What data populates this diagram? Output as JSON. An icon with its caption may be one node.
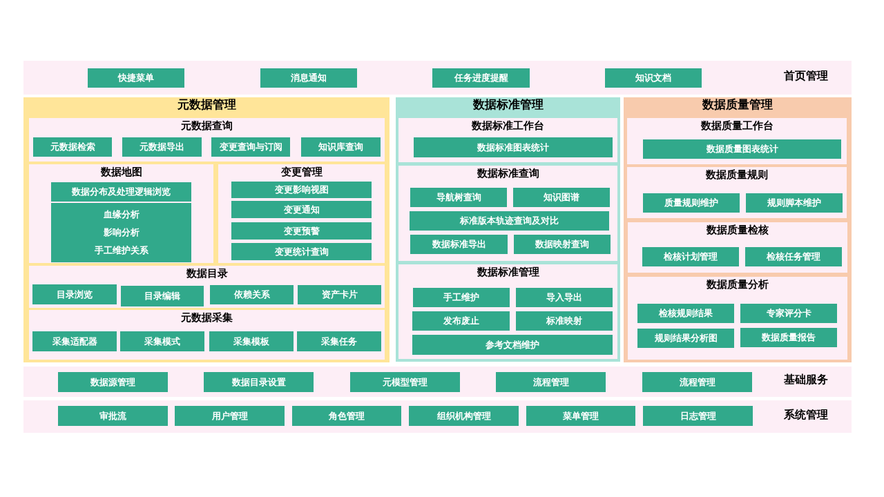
{
  "diagram": {
    "nodes": [
      {
        "text": [
          "首页管理"
        ]
      },
      {
        "text": [
          "快捷菜单"
        ],
        "in": 0
      },
      {
        "text": [
          "消息通知"
        ],
        "in": 0
      },
      {
        "text": [
          "任务进度提醒"
        ],
        "in": 0
      },
      {
        "text": [
          "知识文档"
        ],
        "in": 0
      },
      {
        "text": [
          "元数据管理"
        ]
      },
      {
        "text": [
          "元数据查询"
        ],
        "in": 5
      },
      {
        "text": [
          "元数据检索"
        ],
        "in": 6
      },
      {
        "text": [
          "元数据导出"
        ],
        "in": 6
      },
      {
        "text": [
          "变更查询与订阅"
        ],
        "in": 6
      },
      {
        "text": [
          "知识库查询"
        ],
        "in": 6
      },
      {
        "text": [
          "数据地图"
        ],
        "in": 5
      },
      {
        "text": [
          "数据分布及处理逻辑浏览"
        ],
        "in": 11
      },
      {
        "text": [
          "血缘分析",
          "影响分析",
          "手工维护关系"
        ],
        "in": 11
      },
      {
        "text": [
          "变更管理"
        ],
        "in": 5
      },
      {
        "text": [
          "变更影响视图"
        ],
        "in": 14
      },
      {
        "text": [
          "变更通知"
        ],
        "in": 14
      },
      {
        "text": [
          "变更预警"
        ],
        "in": 14
      },
      {
        "text": [
          "变更统计查询"
        ],
        "in": 14
      },
      {
        "text": [
          "数据目录"
        ],
        "in": 5
      },
      {
        "text": [
          "目录浏览"
        ],
        "in": 19
      },
      {
        "text": [
          "目录编辑"
        ],
        "in": 19
      },
      {
        "text": [
          "依赖关系"
        ],
        "in": 19
      },
      {
        "text": [
          "资产卡片"
        ],
        "in": 19
      },
      {
        "text": [
          "元数据采集"
        ],
        "in": 5
      },
      {
        "text": [
          "采集适配器"
        ],
        "in": 24
      },
      {
        "text": [
          "采集模式"
        ],
        "in": 24
      },
      {
        "text": [
          "采集模板"
        ],
        "in": 24
      },
      {
        "text": [
          "采集任务"
        ],
        "in": 24
      },
      {
        "text": [
          "数据标准管理"
        ]
      },
      {
        "text": [
          "数据标准工作台"
        ],
        "in": 29
      },
      {
        "text": [
          "数据标准图表统计"
        ],
        "in": 30
      },
      {
        "text": [
          "数据标准查询"
        ],
        "in": 29
      },
      {
        "text": [
          "导航树查询"
        ],
        "in": 32
      },
      {
        "text": [
          "知识图谱"
        ],
        "in": 32
      },
      {
        "text": [
          "标准版本轨迹查询及对比"
        ],
        "in": 32
      },
      {
        "text": [
          "数据标准导出"
        ],
        "in": 32
      },
      {
        "text": [
          "数据映射查询"
        ],
        "in": 32
      },
      {
        "text": [
          "数据标准管理"
        ],
        "in": 29
      },
      {
        "text": [
          "手工维护"
        ],
        "in": 38
      },
      {
        "text": [
          "导入导出"
        ],
        "in": 38
      },
      {
        "text": [
          "发布废止"
        ],
        "in": 38
      },
      {
        "text": [
          "标准映射"
        ],
        "in": 38
      },
      {
        "text": [
          "参考文档维护"
        ],
        "in": 38
      },
      {
        "text": [
          "数据质量管理"
        ]
      },
      {
        "text": [
          "数据质量工作台"
        ],
        "in": 44
      },
      {
        "text": [
          "数据质量图表统计"
        ],
        "in": 45
      },
      {
        "text": [
          "数据质量规则"
        ],
        "in": 44
      },
      {
        "text": [
          "质量规则维护"
        ],
        "in": 47
      },
      {
        "text": [
          "规则脚本维护"
        ],
        "in": 47
      },
      {
        "text": [
          "数据质量检核"
        ],
        "in": 44
      },
      {
        "text": [
          "检核计划管理"
        ],
        "in": 50
      },
      {
        "text": [
          "检核任务管理"
        ],
        "in": 50
      },
      {
        "text": [
          "数据质量分析"
        ],
        "in": 44
      },
      {
        "text": [
          "检核规则结果"
        ],
        "in": 53
      },
      {
        "text": [
          "专家评分卡"
        ],
        "in": 53
      },
      {
        "text": [
          "规则结果分析图"
        ],
        "in": 53
      },
      {
        "text": [
          "数据质量报告"
        ],
        "in": 53
      },
      {
        "text": [
          "基础服务"
        ]
      },
      {
        "text": [
          "数据源管理"
        ],
        "in": 58
      },
      {
        "text": [
          "数据目录设置"
        ],
        "in": 58
      },
      {
        "text": [
          "元模型管理"
        ],
        "in": 58
      },
      {
        "text": [
          "流程管理"
        ],
        "in": 58
      },
      {
        "text": [
          "流程管理"
        ],
        "in": 58
      },
      {
        "text": [
          "系统管理"
        ]
      },
      {
        "text": [
          "审批流"
        ],
        "in": 64
      },
      {
        "text": [
          "用户管理"
        ],
        "in": 64
      },
      {
        "text": [
          "角色管理"
        ],
        "in": 64
      },
      {
        "text": [
          "组织机构管理"
        ],
        "in": 64
      },
      {
        "text": [
          "菜单管理"
        ],
        "in": 64
      },
      {
        "text": [
          "日志管理"
        ],
        "in": 64
      }
    ]
  }
}
